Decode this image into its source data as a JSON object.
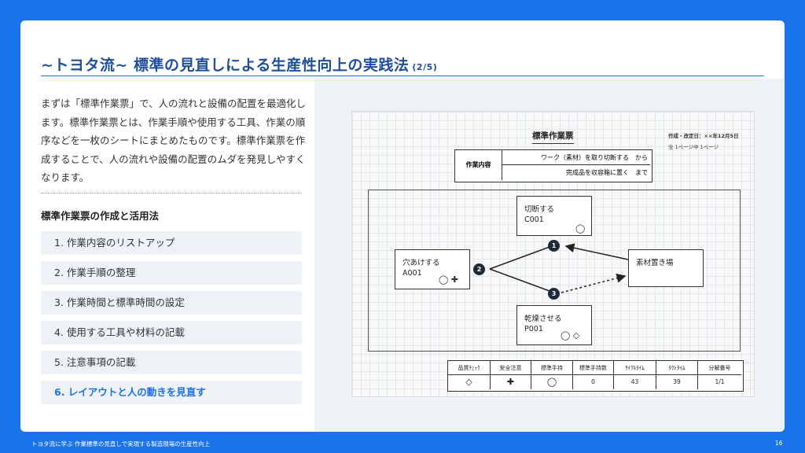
{
  "header": {
    "title": "~トヨタ流~ 標準の見直しによる生産性向上の実践法",
    "page": "(2/5)"
  },
  "intro": "まずは「標準作業票」で、人の流れと設備の配置を最適化します。標準作業票とは、作業手順や使用する工具、作業の順序などを一枚のシートにまとめたものです。標準作業票を作成することで、人の流れや設備の配置のムダを発見しやすくなります。",
  "section_title": "標準作業票の作成と活用法",
  "steps": [
    "1. 作業内容のリストアップ",
    "2. 作業手順の整理",
    "3. 作業時間と標準時間の設定",
    "4. 使用する工具や材料の記載",
    "5. 注意事項の記載",
    "6. レイアウトと人の動きを見直す"
  ],
  "sheet": {
    "title": "標準作業票",
    "date": "作成・改定日：××年12月5日",
    "page": "全 1ページ中 1ページ",
    "work_label": "作業内容",
    "work_from": "ワーク（素材）を取り切断する　から",
    "work_to": "完成品を収容箱に置く　まで",
    "nodes": {
      "cut": {
        "name": "切断する",
        "code": "C001",
        "symbols": "◯"
      },
      "drill": {
        "name": "穴あけする",
        "code": "A001",
        "symbols": "◯ ✚"
      },
      "dry": {
        "name": "乾燥させる",
        "code": "P001",
        "symbols": "◯ ◇"
      },
      "material": {
        "name": "素材置き場"
      }
    },
    "badges": [
      "1",
      "2",
      "3"
    ],
    "table_headers": [
      "品質ﾁｪｯｸ",
      "安全注意",
      "標準手持",
      "標準手持数",
      "ｻｲｸﾙﾀｲﾑ",
      "ﾀｸﾄﾀｲﾑ",
      "分解番号"
    ],
    "table_values": [
      "◇",
      "✚",
      "◯",
      "0",
      "43",
      "39",
      "1/1"
    ]
  },
  "footer": {
    "left": "トヨタ流に学ぶ 作業標準の見直しで実現する製造現場の生産性向上",
    "page": "16"
  },
  "colors": {
    "accent": "#1a73e8",
    "title": "#1f4e9c",
    "badge": "#1e2a3a"
  }
}
